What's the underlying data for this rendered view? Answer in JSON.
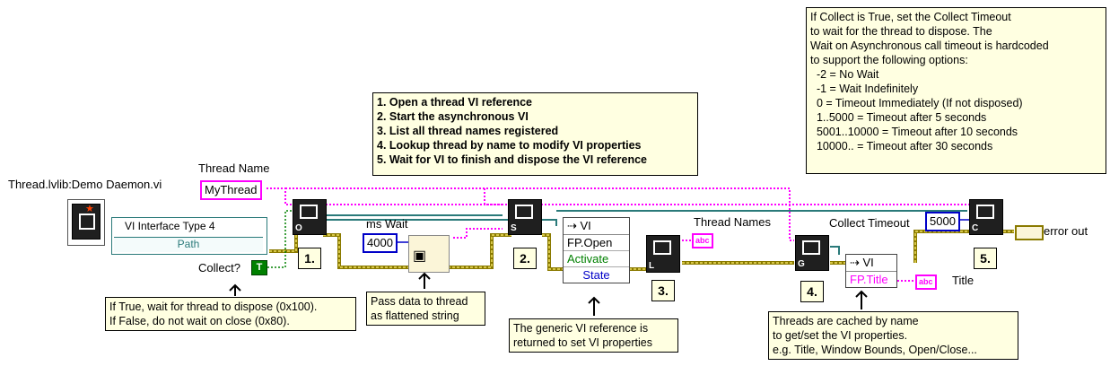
{
  "constants": {
    "vi_path": "Thread.lvlib:Demo Daemon.vi",
    "thread_name_label": "Thread Name",
    "thread_name_value": "MyThread",
    "vi_interface": "VI Interface Type 4",
    "path_label": "Path",
    "collect_label": "Collect?",
    "collect_value": "T",
    "ms_wait_label": "ms Wait",
    "ms_wait_value": "4000",
    "collect_timeout_label": "Collect Timeout",
    "collect_timeout_value": "5000",
    "thread_names_label": "Thread Names",
    "title_label": "Title",
    "error_out_label": "error out"
  },
  "property_node": {
    "header": "VI",
    "rows": [
      "FP.Open",
      "Activate",
      "State"
    ]
  },
  "property_node_2": {
    "header": "VI",
    "row": "FP.Title"
  },
  "steps": [
    "1.",
    "2.",
    "3.",
    "4.",
    "5."
  ],
  "node_letters": [
    "O",
    "S",
    "L",
    "G",
    "C"
  ],
  "notes": {
    "steps_list": "1. Open a thread VI reference\n2. Start the asynchronous VI\n3. List all thread names registered\n4. Lookup thread by name to modify VI properties\n5. Wait for VI to finish and dispose the VI reference",
    "collect_timeout": "If Collect is True, set the Collect Timeout\nto wait for the thread to dispose. The\nWait on Asynchronous call timeout is hardcoded\nto support the following options:\n  -2 = No Wait\n  -1 = Wait Indefinitely\n  0 = Timeout Immediately (If not disposed)\n  1..5000 = Timeout after 5 seconds\n  5001..10000 = Timeout after 10 seconds\n  10000.. = Timeout after 30 seconds",
    "collect_hint": "If True, wait for thread to dispose (0x100).\nIf False, do not wait on close (0x80).",
    "pass_data": "Pass data to thread\nas flattened string",
    "generic_ref": "The generic VI reference is\nreturned to set VI properties",
    "cached": "Threads are cached by name\nto get/set the VI properties.\ne.g. Title, Window Bounds, Open/Close..."
  },
  "indicator_text": "abc",
  "colors": {
    "string_wire": "#ff00ff",
    "ref_wire": "#2a7a7a",
    "error_wire": "#c8b400",
    "numeric_wire": "#0000c8",
    "bool_wire": "#008000",
    "note_bg": "#ffffe1"
  }
}
